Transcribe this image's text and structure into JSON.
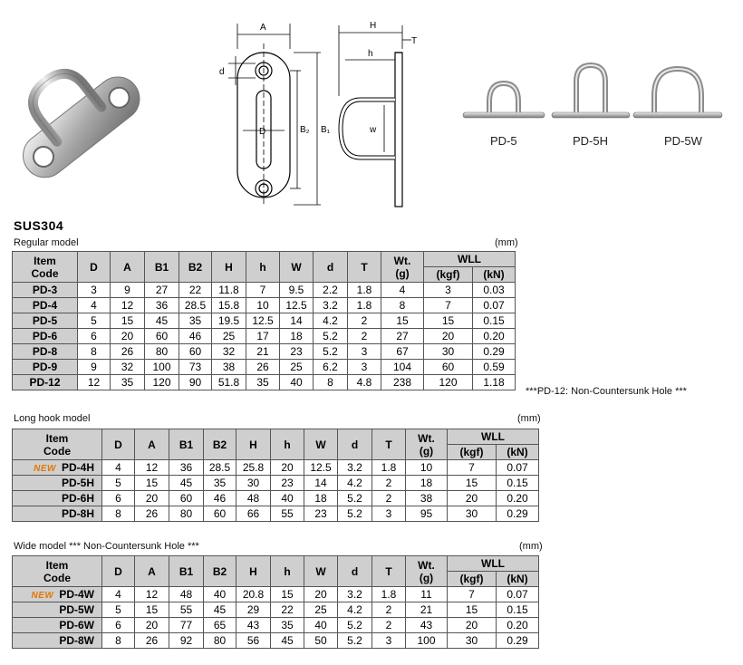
{
  "material": "SUS304",
  "unit": "(mm)",
  "drawing_labels": {
    "A": "A",
    "H": "H",
    "T": "T",
    "h": "h",
    "d": "d",
    "D": "D",
    "B2": "B₂",
    "B1": "B₁",
    "w": "w"
  },
  "variant_labels": [
    "PD-5",
    "PD-5H",
    "PD-5W"
  ],
  "headers": {
    "item_code": [
      "Item",
      "Code"
    ],
    "cols": [
      "D",
      "A",
      "B1",
      "B2",
      "H",
      "h",
      "W",
      "d",
      "T"
    ],
    "wt": [
      "Wt.",
      "(g)"
    ],
    "wll": "WLL",
    "wll_sub": [
      "(kgf)",
      "(kN)"
    ]
  },
  "new_badge": "NEW",
  "regular": {
    "title": "Regular model",
    "note": "***PD-12: Non-Countersunk Hole ***",
    "rows": [
      {
        "code": "PD-3",
        "vals": [
          "3",
          "9",
          "27",
          "22",
          "11.8",
          "7",
          "9.5",
          "2.2",
          "1.8",
          "4",
          "3",
          "0.03"
        ]
      },
      {
        "code": "PD-4",
        "vals": [
          "4",
          "12",
          "36",
          "28.5",
          "15.8",
          "10",
          "12.5",
          "3.2",
          "1.8",
          "8",
          "7",
          "0.07"
        ]
      },
      {
        "code": "PD-5",
        "vals": [
          "5",
          "15",
          "45",
          "35",
          "19.5",
          "12.5",
          "14",
          "4.2",
          "2",
          "15",
          "15",
          "0.15"
        ]
      },
      {
        "code": "PD-6",
        "vals": [
          "6",
          "20",
          "60",
          "46",
          "25",
          "17",
          "18",
          "5.2",
          "2",
          "27",
          "20",
          "0.20"
        ]
      },
      {
        "code": "PD-8",
        "vals": [
          "8",
          "26",
          "80",
          "60",
          "32",
          "21",
          "23",
          "5.2",
          "3",
          "67",
          "30",
          "0.29"
        ]
      },
      {
        "code": "PD-9",
        "vals": [
          "9",
          "32",
          "100",
          "73",
          "38",
          "26",
          "25",
          "6.2",
          "3",
          "104",
          "60",
          "0.59"
        ]
      },
      {
        "code": "PD-12",
        "vals": [
          "12",
          "35",
          "120",
          "90",
          "51.8",
          "35",
          "40",
          "8",
          "4.8",
          "238",
          "120",
          "1.18"
        ]
      }
    ]
  },
  "longhook": {
    "title": "Long hook model",
    "rows": [
      {
        "code": "PD-4H",
        "new": true,
        "vals": [
          "4",
          "12",
          "36",
          "28.5",
          "25.8",
          "20",
          "12.5",
          "3.2",
          "1.8",
          "10",
          "7",
          "0.07"
        ]
      },
      {
        "code": "PD-5H",
        "new": false,
        "vals": [
          "5",
          "15",
          "45",
          "35",
          "30",
          "23",
          "14",
          "4.2",
          "2",
          "18",
          "15",
          "0.15"
        ]
      },
      {
        "code": "PD-6H",
        "new": false,
        "vals": [
          "6",
          "20",
          "60",
          "46",
          "48",
          "40",
          "18",
          "5.2",
          "2",
          "38",
          "20",
          "0.20"
        ]
      },
      {
        "code": "PD-8H",
        "new": false,
        "vals": [
          "8",
          "26",
          "80",
          "60",
          "66",
          "55",
          "23",
          "5.2",
          "3",
          "95",
          "30",
          "0.29"
        ]
      }
    ]
  },
  "wide": {
    "title": "Wide model  *** Non-Countersunk Hole ***",
    "rows": [
      {
        "code": "PD-4W",
        "new": true,
        "vals": [
          "4",
          "12",
          "48",
          "40",
          "20.8",
          "15",
          "20",
          "3.2",
          "1.8",
          "11",
          "7",
          "0.07"
        ]
      },
      {
        "code": "PD-5W",
        "new": false,
        "vals": [
          "5",
          "15",
          "55",
          "45",
          "29",
          "22",
          "25",
          "4.2",
          "2",
          "21",
          "15",
          "0.15"
        ]
      },
      {
        "code": "PD-6W",
        "new": false,
        "vals": [
          "6",
          "20",
          "77",
          "65",
          "43",
          "35",
          "40",
          "5.2",
          "2",
          "43",
          "20",
          "0.20"
        ]
      },
      {
        "code": "PD-8W",
        "new": false,
        "vals": [
          "8",
          "26",
          "92",
          "80",
          "56",
          "45",
          "50",
          "5.2",
          "3",
          "100",
          "30",
          "0.29"
        ]
      }
    ]
  }
}
